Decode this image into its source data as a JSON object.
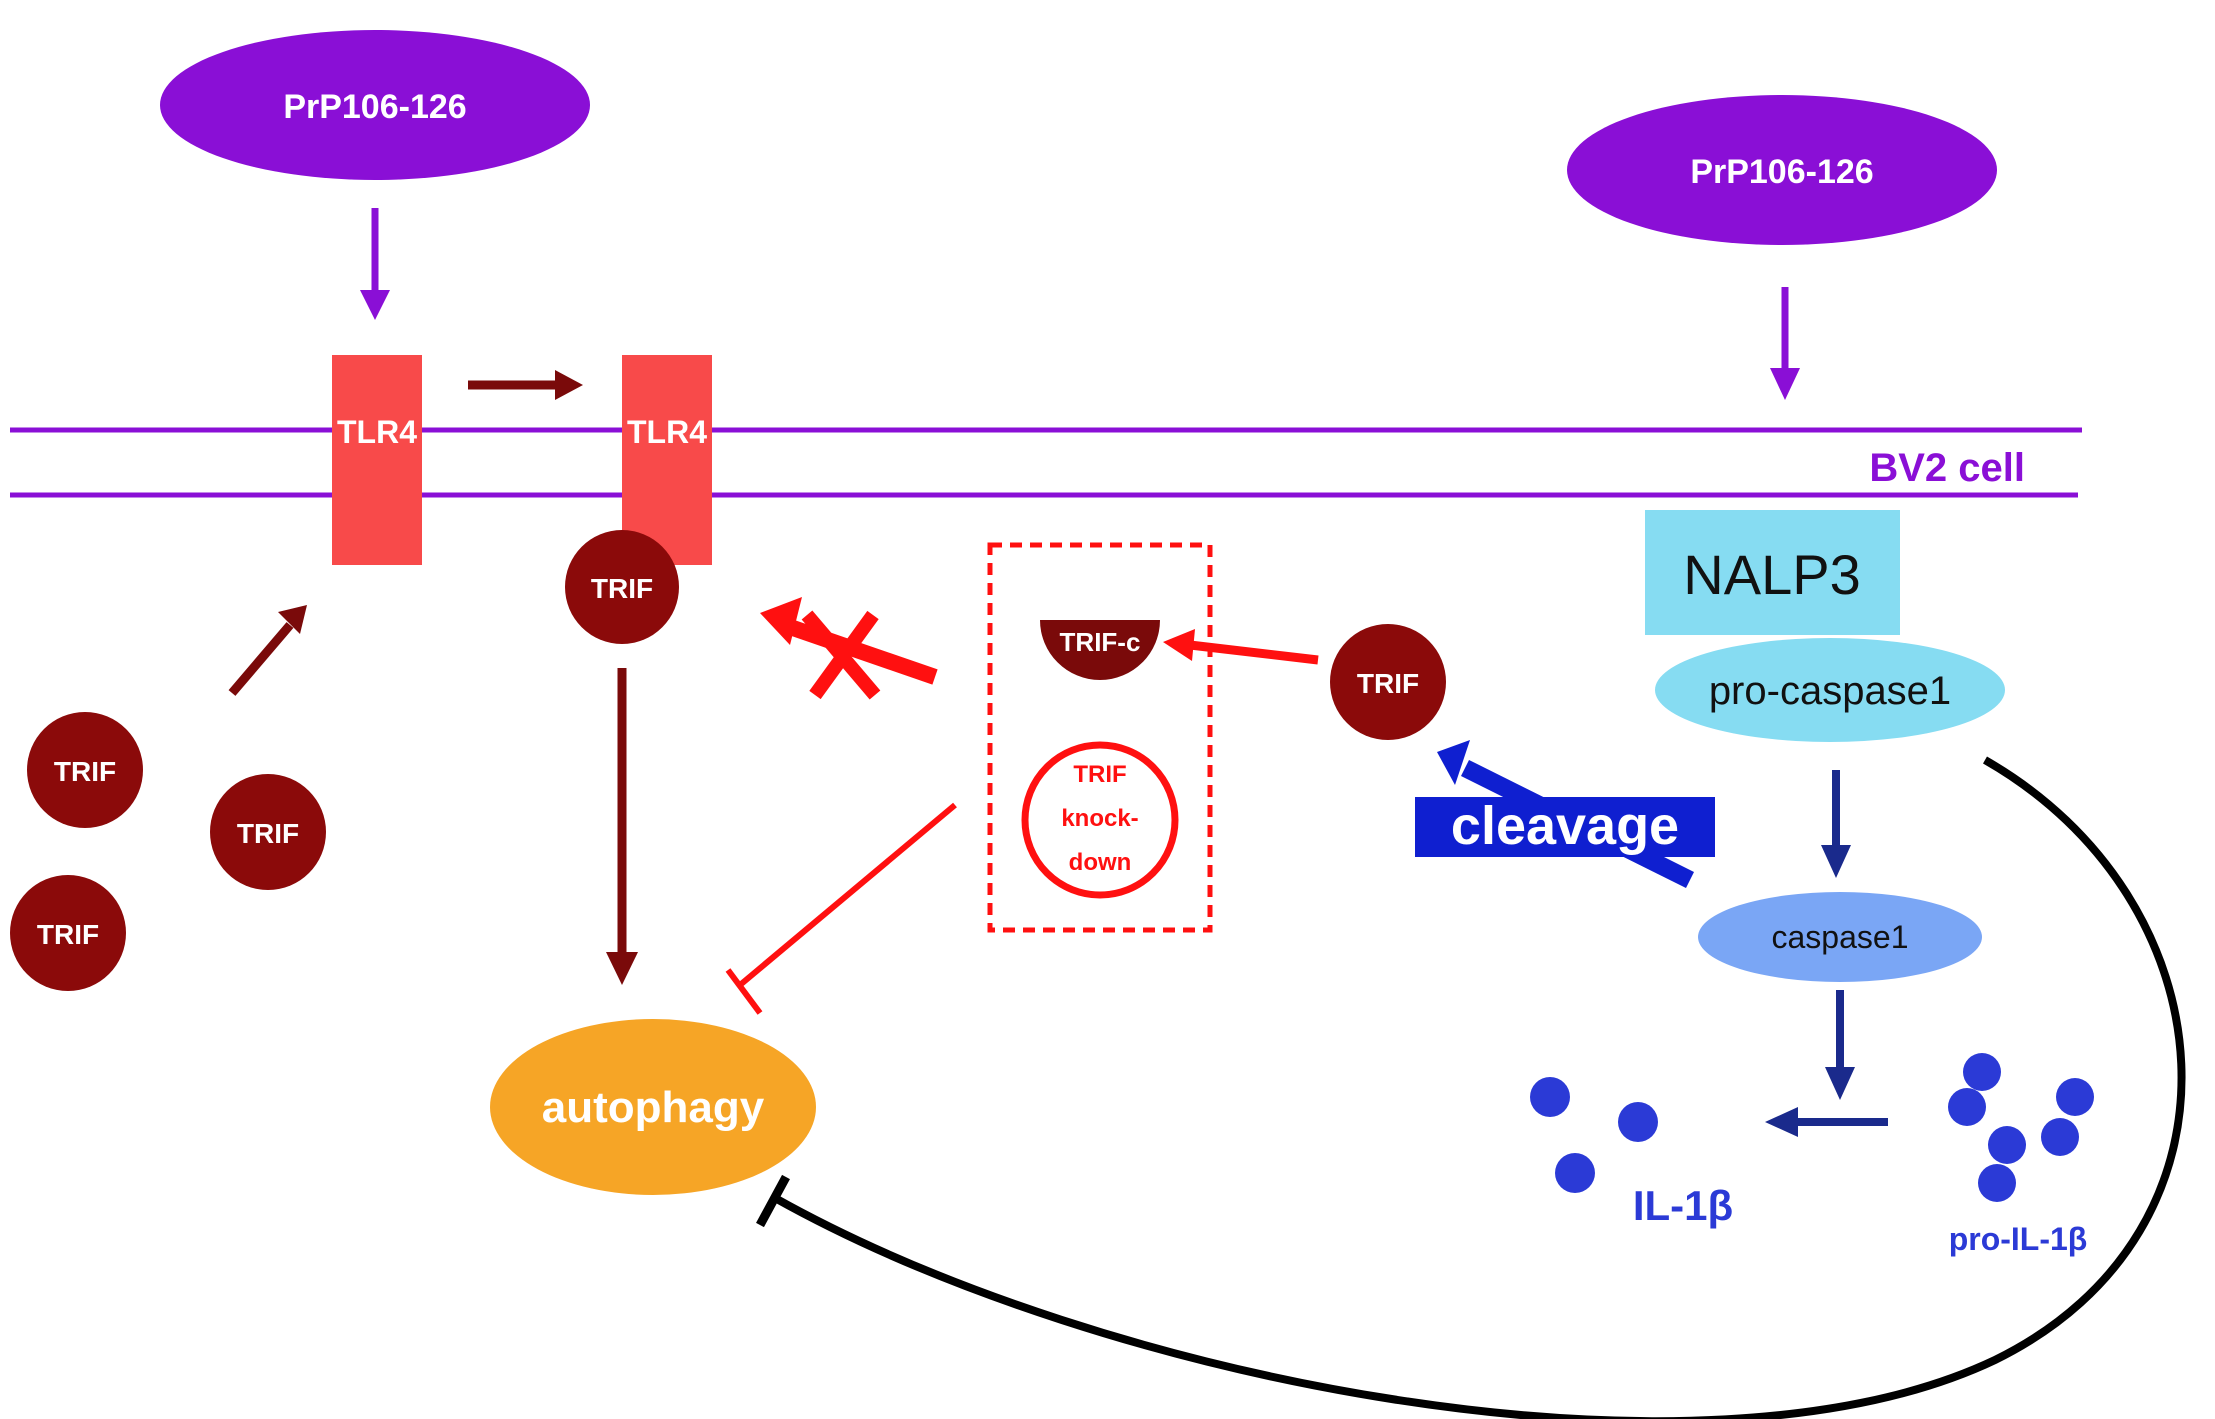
{
  "prp_left": "PrP106-126",
  "prp_right": "PrP106-126",
  "cell_label": "BV2 cell",
  "tlr4_a": "TLR4",
  "tlr4_b": "TLR4",
  "trif_bound": "TRIF",
  "trif_free": [
    "TRIF",
    "TRIF",
    "TRIF"
  ],
  "trif_right": "TRIF",
  "trif_c": "TRIF-c",
  "knockdown": [
    "TRIF",
    "knock-",
    "down"
  ],
  "nalp3": "NALP3",
  "pro_caspase": "pro-caspase1",
  "caspase": "caspase1",
  "cleavage": "cleavage",
  "autophagy": "autophagy",
  "il1b": "IL-1β",
  "pro_il1b": "pro-IL-1β",
  "colors": {
    "purple": "#8a0fd6",
    "tlr4": "#f84a4a",
    "trif": "#8b0a0a",
    "red": "#ff1010",
    "navy": "#1a2a8c",
    "blue": "#0f1fd0",
    "light_blue": "#86dcf2",
    "caspase": "#7aa6f5",
    "orange": "#f6a526",
    "dot_blue": "#2b3ad6"
  }
}
